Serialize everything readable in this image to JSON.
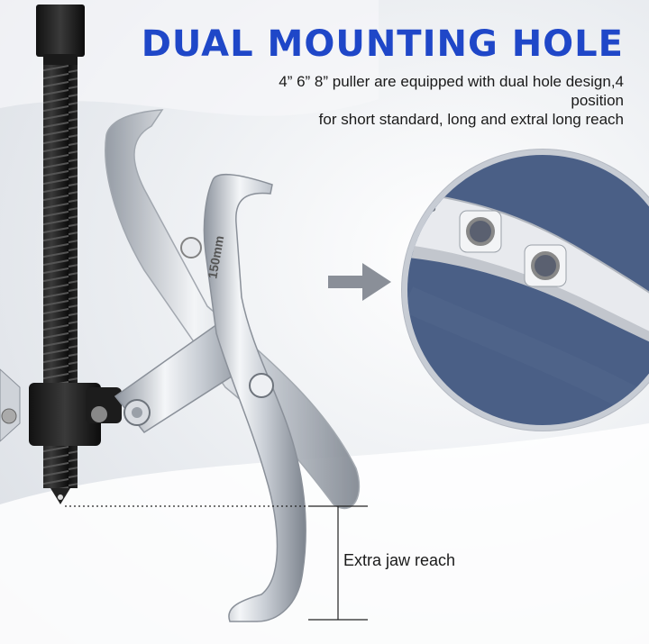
{
  "headline": "DUAL MOUNTING HOLE",
  "description": {
    "line1": "4” 6” 8” puller are equipped with dual hole design,4 position",
    "line2": "for short standard, long and extral long reach"
  },
  "callout": {
    "reach_label": "Extra jaw reach"
  },
  "engraving": "150mm",
  "colors": {
    "headline": "#1f47c8",
    "zoom_background": "#4a5f86",
    "arrow": "#8a8f98"
  }
}
